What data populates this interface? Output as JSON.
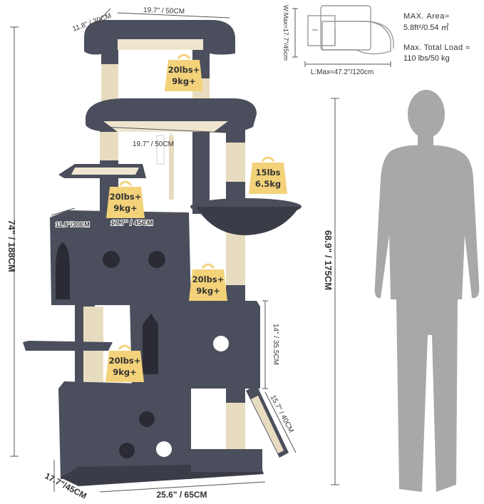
{
  "overall_height": "74\" / 188CM",
  "person_height": "68.9\" / 175CM",
  "top_perch": {
    "width": "19.7\" / 50CM",
    "depth": "11.8\" / 30CM"
  },
  "cradle_width": "19.7\" / 50CM",
  "condo_top": {
    "depth": "11.8\"/30CM",
    "width": "17.7\" / 45CM"
  },
  "mid_condo_height": "14\" / 35.5CM",
  "ramp_length": "15.7\" / 40CM",
  "base": {
    "depth": "17.7\"/45CM",
    "width": "25.6\" / 65CM"
  },
  "loads": [
    {
      "lbs": "20lbs+",
      "kg": "9kg+"
    },
    {
      "lbs": "15lbs",
      "kg": "6.5kg"
    },
    {
      "lbs": "20lbs+",
      "kg": "9kg+"
    },
    {
      "lbs": "20lbs+",
      "kg": "9kg+"
    },
    {
      "lbs": "20lbs+",
      "kg": "9kg+"
    }
  ],
  "spec": {
    "width_max": "W:Max≈17.7\"/45cm",
    "length_max": "L:Max≈47.2\"/120cm",
    "area_label": "MAX. Area≈",
    "area_value": "5.8ft²/0.54 ㎡",
    "load_label": "Max. Total Load ≈",
    "load_value": "110 lbs/50 kg"
  },
  "colors": {
    "plush": "#4b4e5c",
    "sisal": "#e8dcc0",
    "badge": "#f3d27a",
    "person": "#a8a8a8"
  }
}
